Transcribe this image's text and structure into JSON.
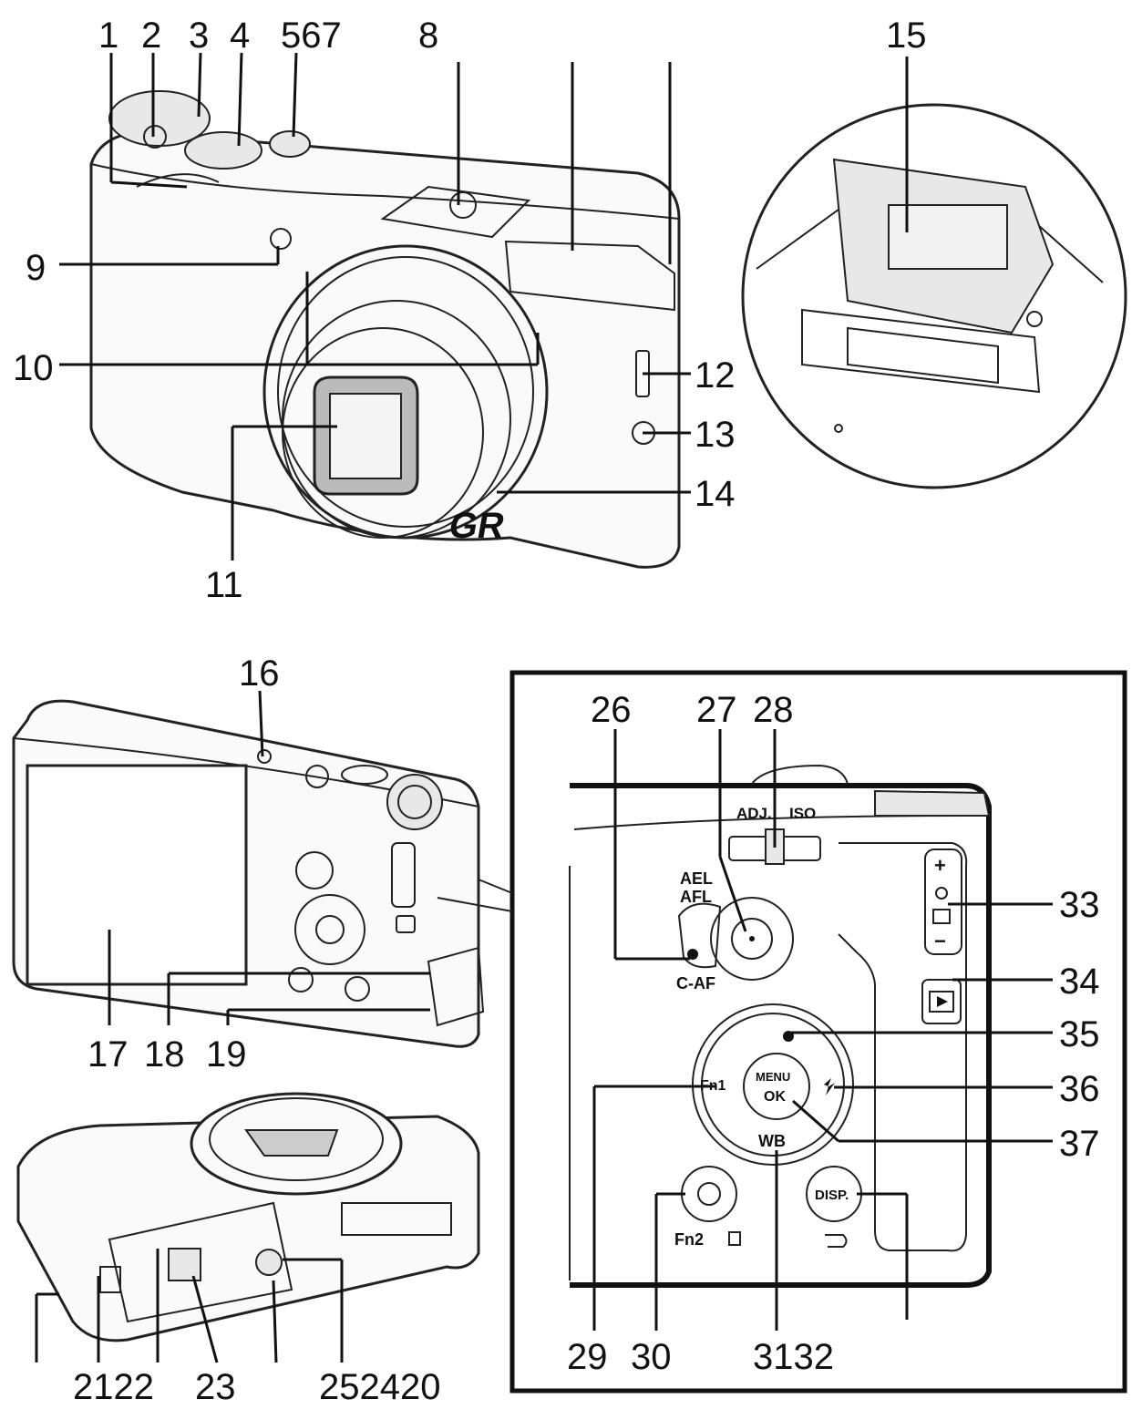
{
  "callouts": {
    "c1": "1",
    "c2": "2",
    "c3": "3",
    "c4": "4",
    "c567": "567",
    "c8": "8",
    "c9": "9",
    "c10": "10",
    "c11": "11",
    "c12": "12",
    "c13": "13",
    "c14": "14",
    "c15": "15",
    "c16": "16",
    "c17": "17",
    "c18": "18",
    "c19": "19",
    "c2122": "2122",
    "c23": "23",
    "c252420": "252420",
    "c26": "26",
    "c27": "27",
    "c28": "28",
    "c29": "29",
    "c30": "30",
    "c3132": "3132",
    "c33": "33",
    "c34": "34",
    "c35": "35",
    "c36": "36",
    "c37": "37"
  },
  "device_labels": {
    "brand": "GR",
    "adj": "ADJ.",
    "iso": "ISO",
    "ael": "AEL",
    "afl": "AFL",
    "caf": "C-AF",
    "fn1": "Fn1",
    "menu": "MENU",
    "ok": "OK",
    "wb": "WB",
    "fn2": "Fn2",
    "disp": "DISP.",
    "plus": "+",
    "minus": "−"
  },
  "colors": {
    "ink": "#111111",
    "paper": "#ffffff"
  }
}
